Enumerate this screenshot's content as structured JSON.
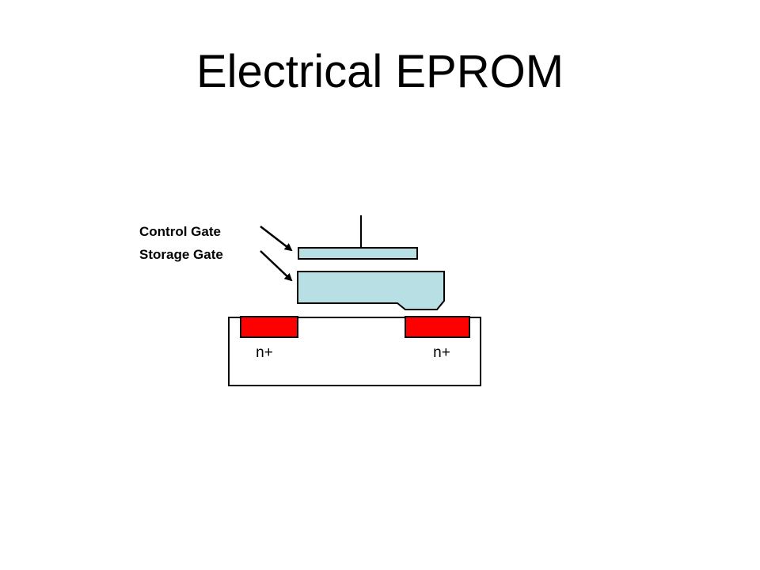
{
  "slide": {
    "title": "Electrical EPROM"
  },
  "diagram": {
    "labels": {
      "control_gate": "Control Gate",
      "storage_gate": "Storage Gate",
      "source_region": "n+",
      "drain_region": "n+"
    },
    "colors": {
      "gate_fill": "#b8dfe3",
      "n_plus_fill": "#ff0000",
      "outline": "#000000",
      "background": "#ffffff"
    }
  }
}
